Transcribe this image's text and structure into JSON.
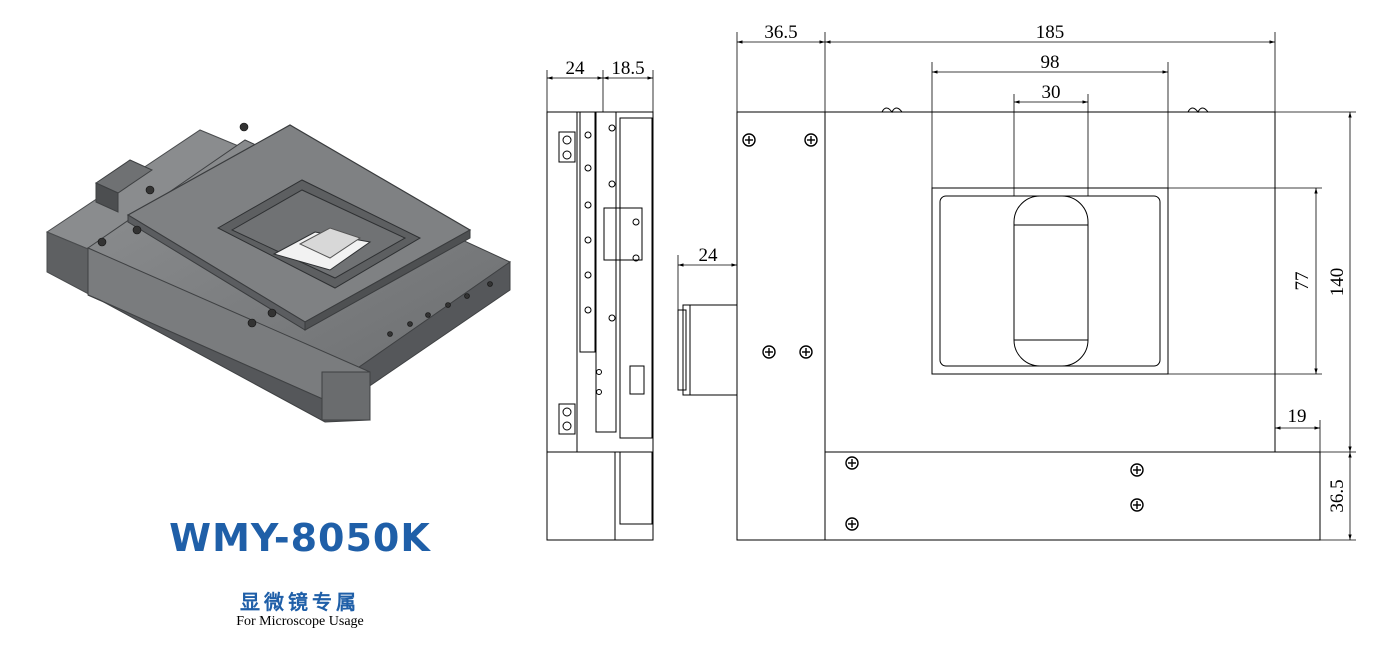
{
  "product": {
    "model": "WMY-8050K",
    "subtitle_cn": "显微镜专属",
    "subtitle_en": "For Microscope Usage",
    "brand_color": "#1f5fa8"
  },
  "dimensions": {
    "side_width": "24",
    "side_extra": "18.5",
    "knob_length": "24",
    "block_width": "36.5",
    "stage_width": "185",
    "aperture_width": "98",
    "window_width": "30",
    "aperture_height": "77",
    "stage_height": "140",
    "edge_offset": "19",
    "bottom_height": "36.5"
  }
}
